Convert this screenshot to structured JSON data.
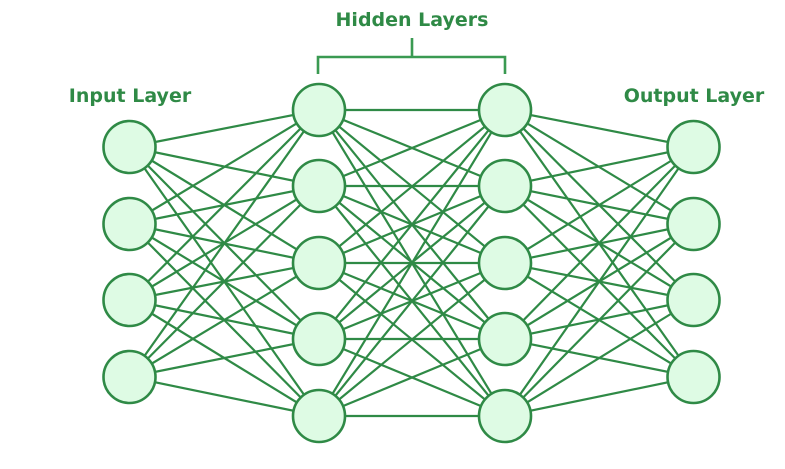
{
  "diagram": {
    "type": "fully-connected-neural-network",
    "labels": {
      "input": "Input Layer",
      "hidden": "Hidden Layers",
      "output": "Output Layer"
    },
    "layers": [
      {
        "name": "input",
        "nodes": 4
      },
      {
        "name": "hidden-1",
        "nodes": 5
      },
      {
        "name": "hidden-2",
        "nodes": 5
      },
      {
        "name": "output",
        "nodes": 4
      }
    ],
    "connectivity": "fully-connected between adjacent layers",
    "colors": {
      "stroke": "#2f8a46",
      "node_fill": "#defbe4",
      "label": "#2f8a46",
      "background": "#ffffff"
    }
  }
}
